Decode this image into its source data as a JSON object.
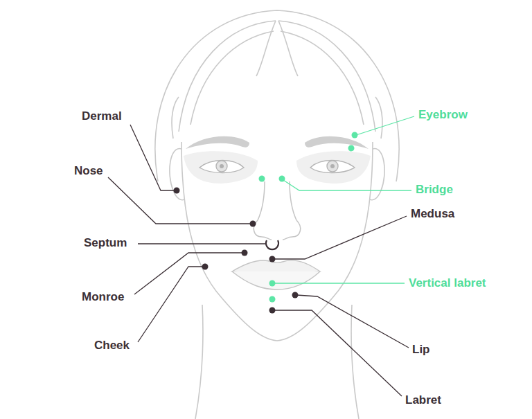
{
  "diagram": {
    "labels": [
      "Dermal",
      "Nose",
      "Septum",
      "Monroe",
      "Cheek",
      "Eyebrow",
      "Bridge",
      "Medusa",
      "Vertical labret",
      "Lip",
      "Labret"
    ]
  }
}
